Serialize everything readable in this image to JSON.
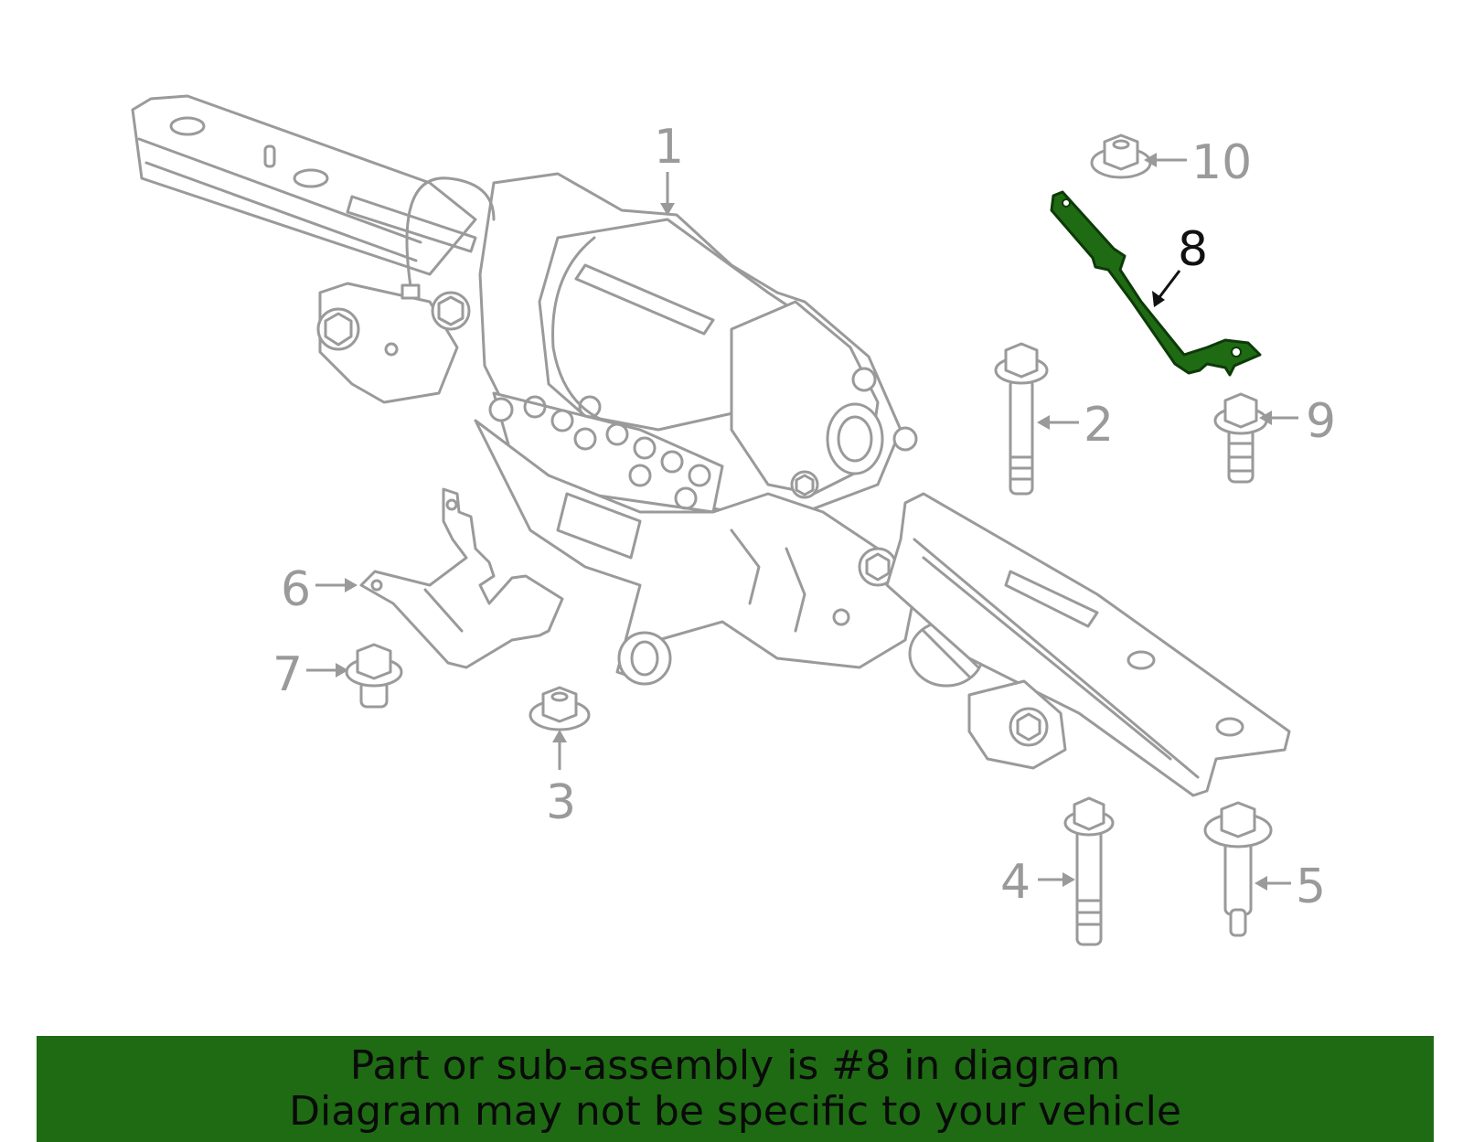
{
  "callouts": [
    {
      "id": "1",
      "label": "1",
      "highlighted": false
    },
    {
      "id": "2",
      "label": "2",
      "highlighted": false
    },
    {
      "id": "3",
      "label": "3",
      "highlighted": false
    },
    {
      "id": "4",
      "label": "4",
      "highlighted": false
    },
    {
      "id": "5",
      "label": "5",
      "highlighted": false
    },
    {
      "id": "6",
      "label": "6",
      "highlighted": false
    },
    {
      "id": "7",
      "label": "7",
      "highlighted": false
    },
    {
      "id": "8",
      "label": "8",
      "highlighted": true
    },
    {
      "id": "9",
      "label": "9",
      "highlighted": false
    },
    {
      "id": "10",
      "label": "10",
      "highlighted": false
    }
  ],
  "banner": {
    "line1": "Part or sub-assembly is #8 in diagram",
    "line2": "Diagram may not be specific to your vehicle"
  },
  "colors": {
    "outline": "#9a9a9a",
    "highlight_part": "#1e6b14",
    "banner_bg": "#1e6b14",
    "banner_text": "#0a0a0a"
  }
}
